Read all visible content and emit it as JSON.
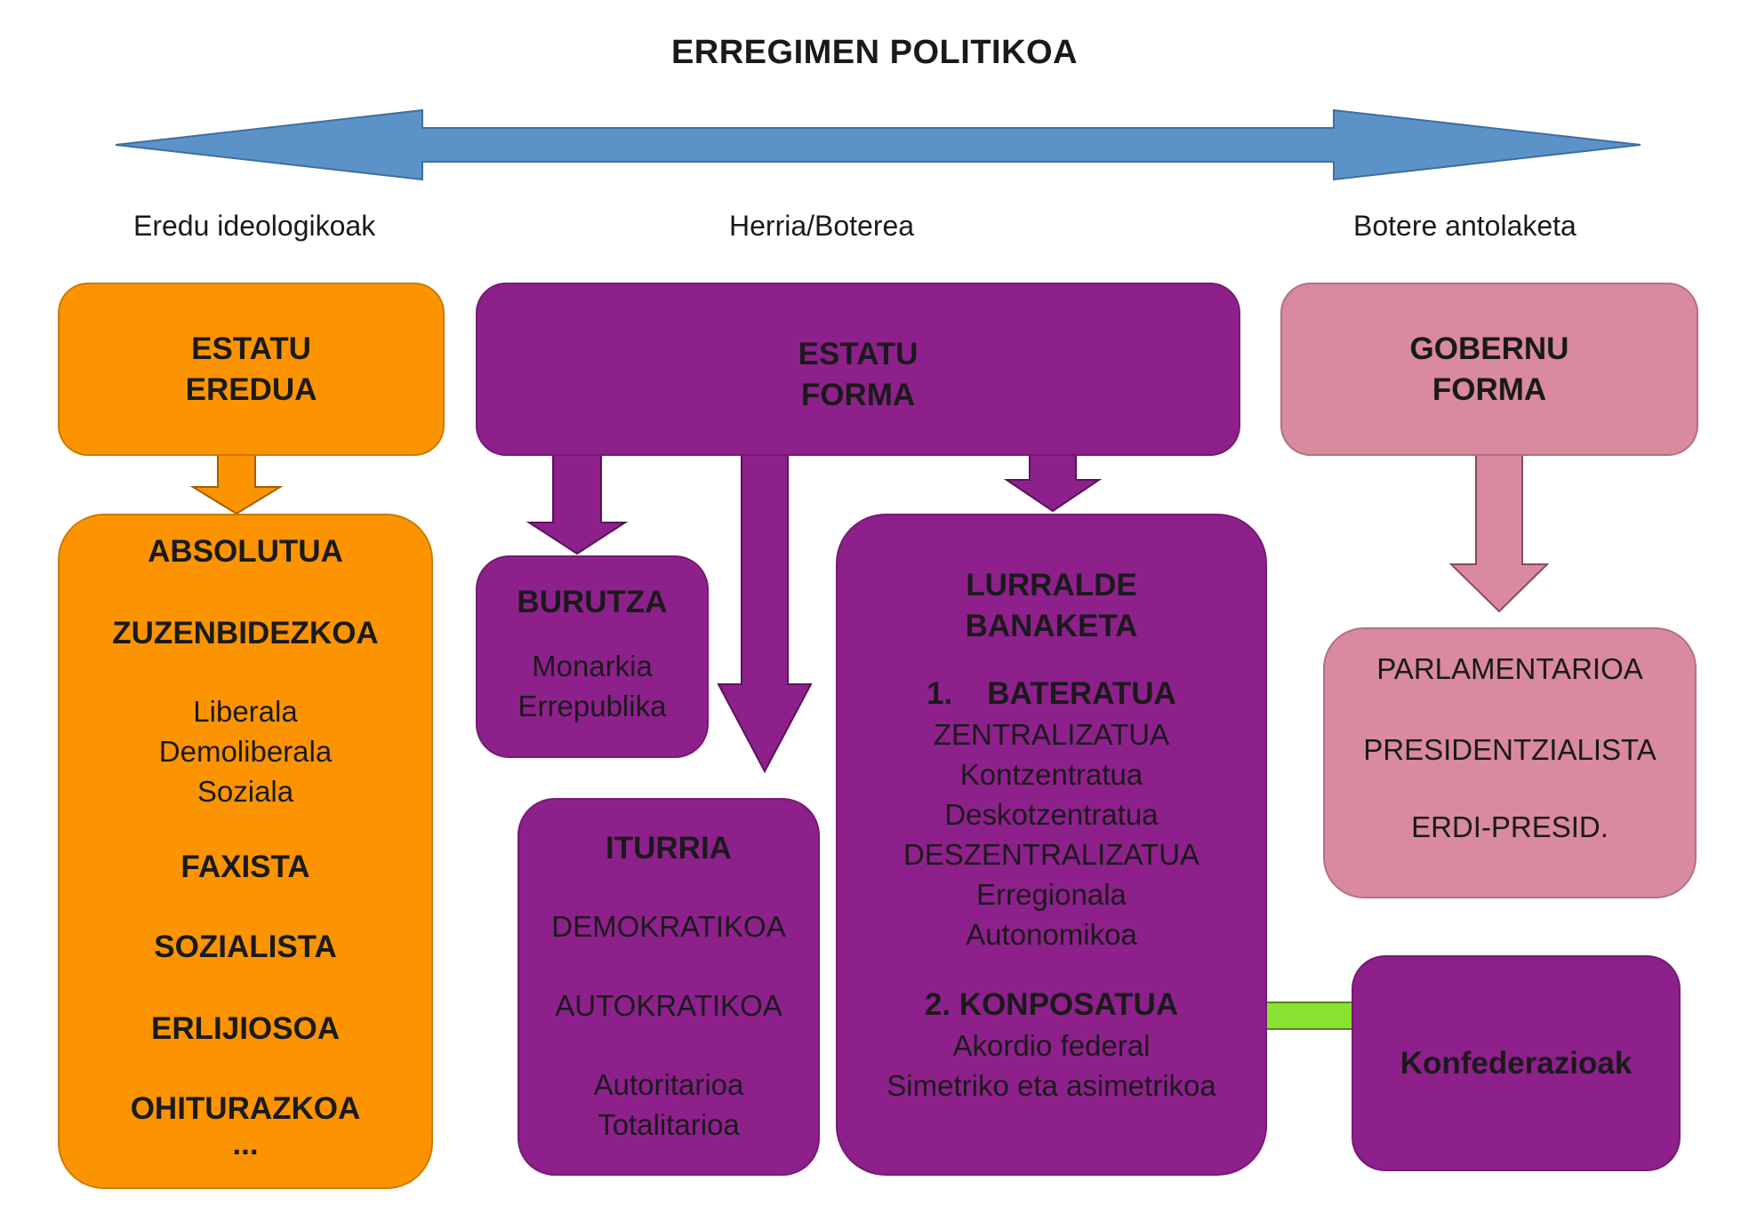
{
  "title": "ERREGIMEN POLITIKOA",
  "axis_labels": {
    "left": "Eredu ideologikoak",
    "center": "Herria/Boterea",
    "right": "Botere antolaketa"
  },
  "estatu_eredua": {
    "title_line1": "ESTATU",
    "title_line2": "EREDUA",
    "items": {
      "absolutua": "ABSOLUTUA",
      "zuzenbidezkoa": "ZUZENBIDEZKOA",
      "liberala": "Liberala",
      "demoliberala": "Demoliberala",
      "soziala": "Soziala",
      "faxista": "FAXISTA",
      "sozialista": "SOZIALISTA",
      "erlijiosoa": "ERLIJIOSOA",
      "ohiturazkoa": "OHITURAZKOA",
      "ellipsis": "..."
    }
  },
  "estatu_forma": {
    "title_line1": "ESTATU",
    "title_line2": "FORMA"
  },
  "burutza": {
    "title": "BURUTZA",
    "item1": "Monarkia",
    "item2": "Errepublika"
  },
  "iturria": {
    "title": "ITURRIA",
    "demokratikoa": "DEMOKRATIKOA",
    "autokratikoa": "AUTOKRATIKOA",
    "autoritarioa": "Autoritarioa",
    "totalitarioa": "Totalitarioa"
  },
  "lurralde": {
    "title_line1": "LURRALDE",
    "title_line2": "BANAKETA",
    "bateratua": "1.    BATERATUA",
    "zentralizatua": "ZENTRALIZATUA",
    "kontzentratua": "Kontzentratua",
    "deskotzentratua": "Deskotzentratua",
    "deszentralizatua": "DESZENTRALIZATUA",
    "erregionala": "Erregionala",
    "autonomikoa": "Autonomikoa",
    "konposatua": "2. KONPOSATUA",
    "akordio": "Akordio federal",
    "simetriko": "Simetriko eta asimetrikoa"
  },
  "gobernu_forma": {
    "title_line1": "GOBERNU",
    "title_line2": "FORMA"
  },
  "gobernu_motak": {
    "parlamentarioa": "PARLAMENTARIOA",
    "presidentzialista": "PRESIDENTZIALISTA",
    "erdi_presid": "ERDI-PRESID."
  },
  "konfederazioak": {
    "label": "Konfederazioak"
  },
  "colors": {
    "orange": "#fb9400",
    "purple": "#8e208c",
    "pink": "#d98a9e",
    "axis_arrow": "#5b93c9",
    "green_arrow": "#8ae234"
  }
}
